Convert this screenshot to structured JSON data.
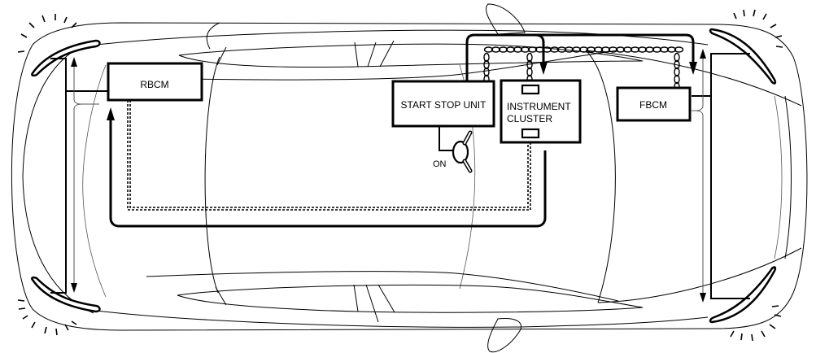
{
  "diagram": {
    "type": "vehicle-network-wiring-top-view",
    "modules": {
      "rbcm": "RBCM",
      "start_stop_unit": "START STOP UNIT",
      "instrument_cluster_line1": "INSTRUMENT",
      "instrument_cluster_line2": "CLUSTER",
      "fbcm": "FBCM"
    },
    "switch": {
      "label": "ON"
    },
    "lamps": [
      "rear-left",
      "rear-right",
      "front-left",
      "front-right"
    ],
    "connections": [
      {
        "from": "START STOP UNIT",
        "to": "INSTRUMENT CLUSTER",
        "type": "signal-arrow"
      },
      {
        "from": "START STOP UNIT",
        "to": "FBCM",
        "type": "signal-arrow"
      },
      {
        "from": "INSTRUMENT CLUSTER",
        "to": "RBCM",
        "type": "signal-arrow"
      },
      {
        "from": "INSTRUMENT CLUSTER",
        "to": "FBCM",
        "type": "twisted-pair-bus"
      },
      {
        "from": "START STOP UNIT",
        "to": "FBCM",
        "type": "twisted-pair-bus"
      },
      {
        "from": "INSTRUMENT CLUSTER",
        "to": "RBCM",
        "type": "dashed-bus"
      },
      {
        "from": "RBCM",
        "to": "rear lamps",
        "type": "double-arrow"
      },
      {
        "from": "FBCM",
        "to": "front lamps",
        "type": "double-arrow"
      }
    ]
  }
}
